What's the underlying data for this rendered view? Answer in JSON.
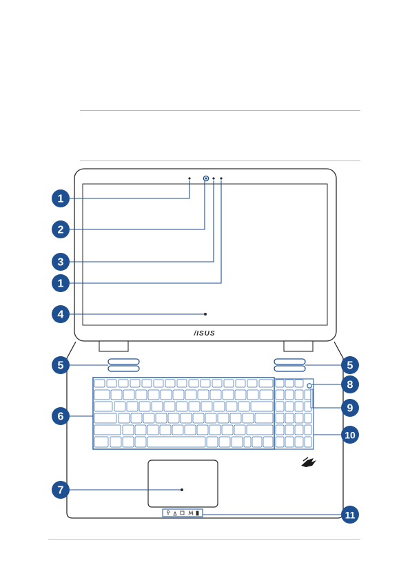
{
  "brand_logo": "/ISUS",
  "colors": {
    "callout_fill": "#1d4f91",
    "callout_text": "#ffffff",
    "leader_line": "#1d4f91",
    "outline": "#2a2a2a",
    "highlight": "#3a6fb3"
  },
  "icons": {
    "brand": "asus-logo",
    "gaming_logo": "rog-logo",
    "camera": "camera-icon"
  },
  "callouts": [
    {
      "label": "1"
    },
    {
      "label": "2"
    },
    {
      "label": "3"
    },
    {
      "label": "1"
    },
    {
      "label": "4"
    },
    {
      "label": "5"
    },
    {
      "label": "5"
    },
    {
      "label": "6"
    },
    {
      "label": "7"
    },
    {
      "label": "8"
    },
    {
      "label": "9"
    },
    {
      "label": "10"
    },
    {
      "label": "11"
    }
  ]
}
